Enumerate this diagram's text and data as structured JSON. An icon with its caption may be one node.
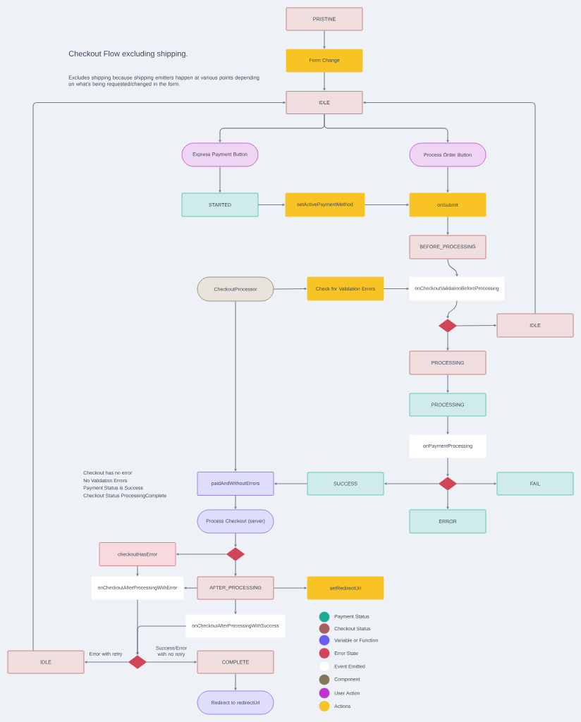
{
  "diagram": {
    "title": "Checkout Flow excluding shipping.",
    "nodes": [
      {
        "text": [
          "PRISTINE"
        ]
      },
      {
        "text": [
          "Form Change"
        ]
      },
      {
        "text": [
          "IDLE"
        ]
      },
      {
        "text": [
          "Express Payment Button"
        ]
      },
      {
        "text": [
          "Process Order Button"
        ]
      },
      {
        "text": [
          "STARTED"
        ]
      },
      {
        "text": [
          "setActivePaymentMethod"
        ]
      },
      {
        "text": [
          "onSubmit"
        ]
      },
      {
        "text": [
          "BEFORE_PROCESSING"
        ]
      },
      {
        "text": [
          "CheckoutProcessor"
        ]
      },
      {
        "text": [
          "Check for Validation Errors"
        ]
      },
      {
        "text": [
          "onCheckoutValidationBeforeProcessing"
        ]
      },
      {
        "text": [],
        "shape": "diamond"
      },
      {
        "text": [
          "IDLE"
        ]
      },
      {
        "text": [
          "PROCESSING"
        ]
      },
      {
        "text": [
          "PROCESSING"
        ]
      },
      {
        "text": [
          "onPaymentProcessing"
        ]
      },
      {
        "text": [],
        "shape": "diamond"
      },
      {
        "text": [
          "SUCCESS"
        ]
      },
      {
        "text": [
          "FAIL"
        ]
      },
      {
        "text": [
          "ERROR"
        ]
      },
      {
        "text": [
          "paidAndWithoutErrors"
        ],
        "beside": [
          "Checkout has no error",
          "No Validation Errors",
          "Payment Status is Success",
          "Checkout Status ProcessingComplete"
        ]
      },
      {
        "text": [
          "Process Checkout (server)"
        ]
      },
      {
        "text": [],
        "shape": "diamond"
      },
      {
        "text": [
          "checkoutHasError"
        ]
      },
      {
        "text": [
          "onCheckoutAfterProcessingWithError"
        ]
      },
      {
        "text": [
          "AFTER_PROCESSING"
        ]
      },
      {
        "text": [
          "setRedirectUrl"
        ]
      },
      {
        "text": [
          "onCheckoutAfterProcessingWithSuccess"
        ]
      },
      {
        "text": [],
        "shape": "diamond"
      },
      {
        "text": [
          "IDLE"
        ]
      },
      {
        "text": [
          "COMPLETE"
        ]
      },
      {
        "text": [
          "Redirect to redirectUrl"
        ]
      }
    ],
    "edges": [
      {
        "from": 0,
        "to": 1,
        "arrow": "to"
      },
      {
        "from": 1,
        "to": 2,
        "arrow": "to"
      },
      {
        "from": 2,
        "to": 3,
        "arrow": "to"
      },
      {
        "from": 2,
        "to": 4,
        "arrow": "to"
      },
      {
        "from": 3,
        "to": 5,
        "arrow": "to"
      },
      {
        "from": 4,
        "to": 7,
        "arrow": "to"
      },
      {
        "from": 5,
        "to": 6,
        "arrow": "to"
      },
      {
        "from": 6,
        "to": 7,
        "arrow": "to"
      },
      {
        "from": 7,
        "to": 8,
        "arrow": "to"
      },
      {
        "from": 8,
        "to": 11,
        "arrow": "to"
      },
      {
        "from": 9,
        "to": 10,
        "arrow": "to"
      },
      {
        "from": 10,
        "to": 11,
        "arrow": "to"
      },
      {
        "from": 11,
        "to": 12,
        "arrow": "to"
      },
      {
        "from": 12,
        "to": 13,
        "arrow": "to"
      },
      {
        "from": 12,
        "to": 14,
        "arrow": "to"
      },
      {
        "from": 13,
        "to": 2,
        "arrow": "to"
      },
      {
        "from": 14,
        "to": 15,
        "arrow": "to"
      },
      {
        "from": 15,
        "to": 16,
        "arrow": "to"
      },
      {
        "from": 16,
        "to": 17,
        "arrow": "to"
      },
      {
        "from": 17,
        "to": 18,
        "arrow": "to"
      },
      {
        "from": 17,
        "to": 19,
        "arrow": "to"
      },
      {
        "from": 17,
        "to": 20,
        "arrow": "to"
      },
      {
        "from": 18,
        "to": 21,
        "arrow": "to"
      },
      {
        "from": 9,
        "to": 21,
        "arrow": "to"
      },
      {
        "from": 21,
        "to": 22,
        "arrow": "to"
      },
      {
        "from": 22,
        "to": 23,
        "arrow": "to"
      },
      {
        "from": 23,
        "to": 24,
        "arrow": "to"
      },
      {
        "from": 23,
        "to": 26,
        "arrow": "to"
      },
      {
        "from": 24,
        "to": 25,
        "arrow": "to"
      },
      {
        "from": 26,
        "to": 25,
        "arrow": "to"
      },
      {
        "from": 26,
        "to": 27,
        "arrow": "to"
      },
      {
        "from": 26,
        "to": 28,
        "arrow": "to"
      },
      {
        "from": 25,
        "to": 29,
        "arrow": "to"
      },
      {
        "from": 28,
        "to": 29,
        "arrow": "to"
      },
      {
        "from": 29,
        "to": 30,
        "arrow": "to",
        "label": "Error with retry"
      },
      {
        "from": 29,
        "to": 31,
        "arrow": "to",
        "label": "Success/Error with no retry"
      },
      {
        "from": 31,
        "to": 32,
        "arrow": "to"
      },
      {
        "from": 30,
        "to": 2,
        "arrow": "to"
      }
    ],
    "labels": [
      "Excludes shipping because shipping emitters happen at various points depending on what's being requested/changed in the form."
    ],
    "legend": [
      {
        "text": "Payment Status",
        "color": "#1aab95"
      },
      {
        "text": "Checkout Status",
        "color": "#a95f5f"
      },
      {
        "text": "Variable or Function",
        "color": "#6a5cf5"
      },
      {
        "text": "Error State",
        "color": "#d2445a"
      },
      {
        "text": "Event Emitted",
        "color": "#ffffff"
      },
      {
        "text": "Component",
        "color": "#85765a"
      },
      {
        "text": "User Action",
        "color": "#c033d2"
      },
      {
        "text": "Actions",
        "color": "#f7c325"
      }
    ]
  }
}
